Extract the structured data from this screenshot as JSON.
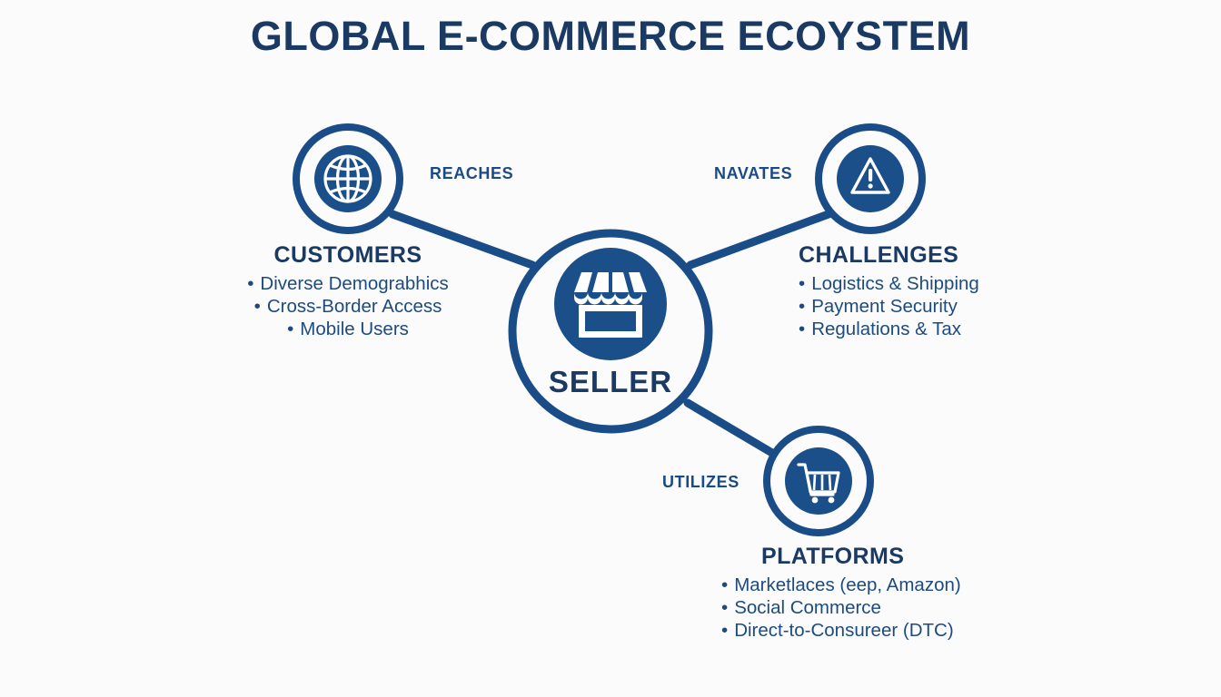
{
  "page": {
    "title": "GLOBAL E-COMMERCE ECOYSTEM",
    "background_color": "#fbfbfb",
    "accent_color": "#1b4f8a",
    "ring_color": "#1a4d87",
    "title_color": "#1b3a63",
    "body_text_color": "#1d4b80"
  },
  "center_node": {
    "label": "SELLER",
    "icon": "storefront-icon"
  },
  "edges": [
    {
      "id": "reaches",
      "label": "REACHES",
      "from": "seller",
      "to": "customers"
    },
    {
      "id": "navates",
      "label": "NAVATES",
      "from": "seller",
      "to": "challenges"
    },
    {
      "id": "utilizes",
      "label": "UTILIZES",
      "from": "seller",
      "to": "platforms"
    }
  ],
  "nodes": [
    {
      "id": "customers",
      "heading": "CUSTOMERS",
      "icon": "globe-icon",
      "items": [
        "Diverse Demograbhics",
        "Cross-Border Access",
        "Mobile Users"
      ]
    },
    {
      "id": "challenges",
      "heading": "CHALLENGES",
      "icon": "warning-triangle-icon",
      "items": [
        "Logistics & Shipping",
        "Payment Security",
        "Regulations & Tax"
      ]
    },
    {
      "id": "platforms",
      "heading": "PLATFORMS",
      "icon": "shopping-cart-icon",
      "items": [
        "Marketlaces (eep, Amazon)",
        "Social Commerce",
        "Direct-to-Consureer (DTC)"
      ]
    }
  ],
  "bullet_glyph": "•"
}
